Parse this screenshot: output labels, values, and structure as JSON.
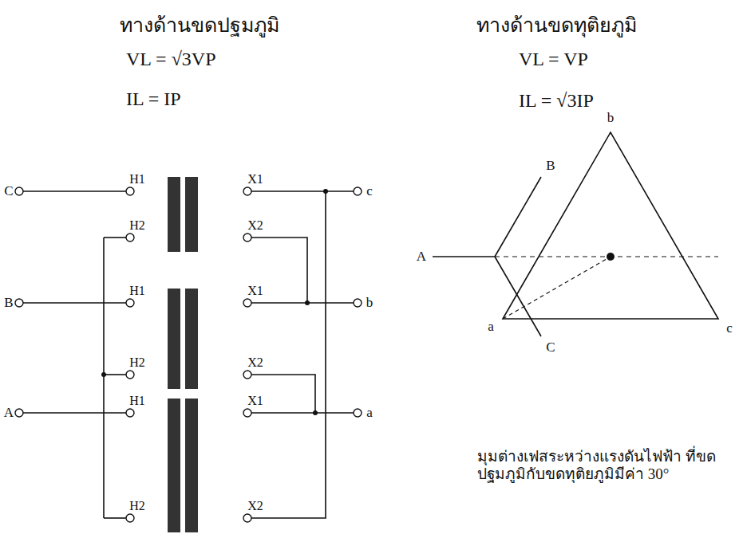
{
  "diagram": {
    "labels": [
      "ทางด้านขดปฐมภูมิ",
      "VL = √3VP",
      "IL = IP",
      "ทางด้านขดทุติยภูมิ",
      "VL = VP",
      "IL = √3IP",
      "C",
      "H1",
      "X1",
      "c",
      "H2",
      "X2",
      "B",
      "H1",
      "X1",
      "b",
      "H2",
      "X2",
      "A",
      "H1",
      "X1",
      "a",
      "H2",
      "X2",
      "A",
      "B",
      "C",
      "b",
      "a",
      "c",
      "มุมต่างเฟสระหว่างแรงดันไฟฟ้า ที่ขดปฐมภูมิกับขดทุติยภูมิมีค่า 30°"
    ]
  }
}
